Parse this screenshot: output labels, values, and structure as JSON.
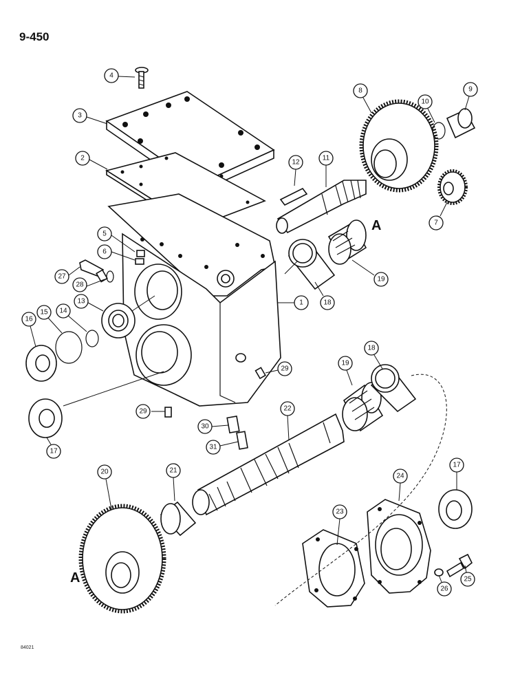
{
  "page_code": "9-450",
  "footer_code": "84021",
  "ref_letters": [
    "A",
    "A"
  ],
  "callouts": [
    "4",
    "3",
    "2",
    "5",
    "6",
    "27",
    "28",
    "13",
    "16",
    "15",
    "14",
    "29",
    "17",
    "12",
    "11",
    "8",
    "10",
    "9",
    "7",
    "19",
    "18",
    "1",
    "19",
    "18",
    "29",
    "30",
    "22",
    "31",
    "20",
    "21",
    "24",
    "17",
    "23",
    "26",
    "25"
  ]
}
